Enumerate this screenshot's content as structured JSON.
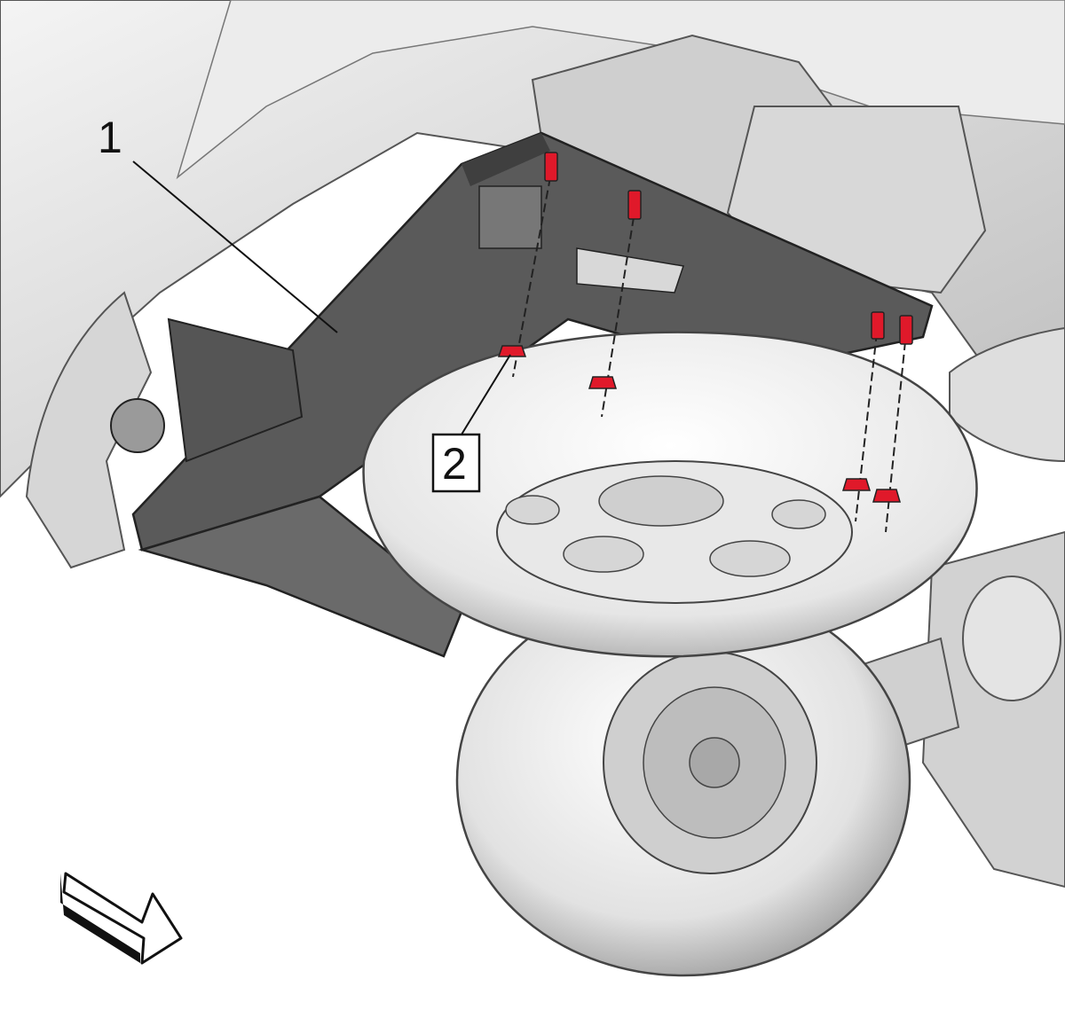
{
  "callouts": [
    {
      "id": "1",
      "label": "1",
      "boxed": false
    },
    {
      "id": "2",
      "label": "2",
      "boxed": true
    }
  ],
  "colors": {
    "body_light": "#dcdcdc",
    "body_mid": "#bdbdbd",
    "bracket_dark": "#5a5a5a",
    "fastener_highlight": "#e0192a",
    "outline": "#222222"
  },
  "icons": {
    "direction_arrow": "front-direction-arrow-icon"
  }
}
